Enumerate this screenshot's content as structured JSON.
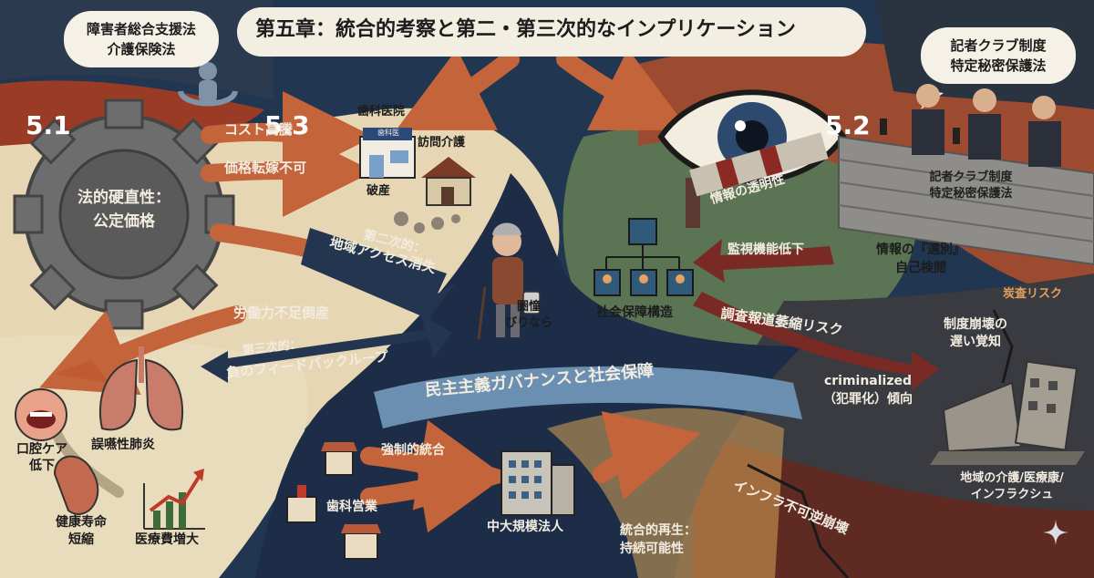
{
  "title": "第五章：統合的考察と第二・第三次的なインプリケーション",
  "sections": {
    "s51": "5.1",
    "s52": "5.2",
    "s53": "5.3"
  },
  "top_left_bubble": {
    "line1": "障害者総合支援法",
    "line2": "介護保険法"
  },
  "top_right_bubble": {
    "line1": "記者クラブ制度",
    "line2": "特定秘密保護法"
  },
  "gear": {
    "line1": "法的硬直性：",
    "line2": "公定価格"
  },
  "arrows": {
    "cost": "コスト高騰",
    "price": "価格転嫁不可",
    "secondary_1": "第二次的：",
    "secondary_2": "地域アクセス消失",
    "labor": "労働力不足倒産",
    "tertiary_1": "第三次的：",
    "tertiary_2": "負のフィードバックループ",
    "democracy": "民主主義ガバナンスと社会保障",
    "monitoring": "監視機能低下",
    "investigative": "調査報道萎縮リスク",
    "forced": "強制的統合",
    "infra": "インフラ不可逆崩壊"
  },
  "clinic": {
    "label": "歯科医院",
    "sign": "歯科医",
    "bankrupt": "破産",
    "home_care": "訪問介護"
  },
  "elder": {
    "line1": "圏憧",
    "line2": "びりなら"
  },
  "health": {
    "oral_1": "口腔ケア",
    "oral_2": "低下",
    "pneumonia": "誤嚥性肺炎",
    "life_1": "健康寿命",
    "life_2": "短縮",
    "cost": "医療費増大"
  },
  "transparency": {
    "barrier": "情報の透明性",
    "wall_1": "記者クラブ制度",
    "wall_2": "特定秘密保護法",
    "select_1": "情報の『選別』",
    "select_2": "自己検閲",
    "structure": "社会保障構造"
  },
  "risk": {
    "title": "炭査リスク",
    "collapse_1": "制度崩壊の",
    "collapse_2": "遅い覚知",
    "crim_1": "criminalized",
    "crim_2": "（犯罪化）傾向",
    "region_1": "地域の介護/医療康/",
    "region_2": "インフラクシュ"
  },
  "consolidation": {
    "dental": "歯科営業",
    "corp": "中大規模法人",
    "rebirth_1": "統合的再生：",
    "rebirth_2": "持続可能性"
  }
}
